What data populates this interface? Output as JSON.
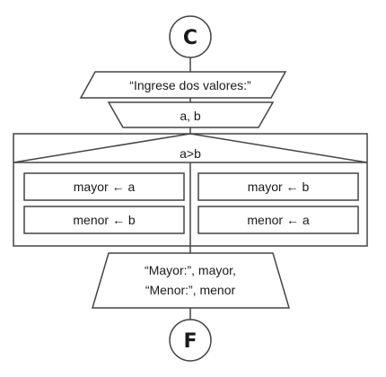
{
  "diagram": {
    "start": "C",
    "end": "F",
    "output_prompt": "“Ingrese dos valores:”",
    "input_vars": "a, b",
    "condition": "a>b",
    "true_branch": [
      "mayor ← a",
      "menor ← b"
    ],
    "false_branch": [
      "mayor ← b",
      "menor ← a"
    ],
    "output_result_line1": "“Mayor:”, mayor,",
    "output_result_line2": "“Menor:”, menor"
  }
}
